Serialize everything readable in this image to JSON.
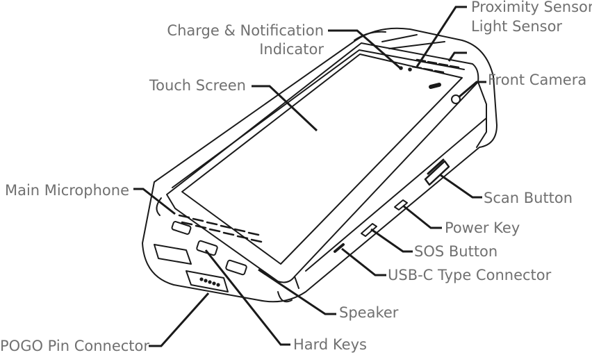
{
  "labels": {
    "proximity_sensor": "Proximity Sensor",
    "light_sensor": "Light Sensor",
    "charge_line1": "Charge & Notification",
    "charge_line2": "Indicator",
    "front_camera": "Front Camera",
    "touch_screen": "Touch Screen",
    "main_microphone": "Main Microphone",
    "scan_button": "Scan Button",
    "power_key": "Power Key",
    "sos_button": "SOS Button",
    "usb_c": "USB-C Type Connector",
    "speaker": "Speaker",
    "hard_keys": "Hard Keys",
    "pogo_pin": "POGO Pin Connector"
  }
}
